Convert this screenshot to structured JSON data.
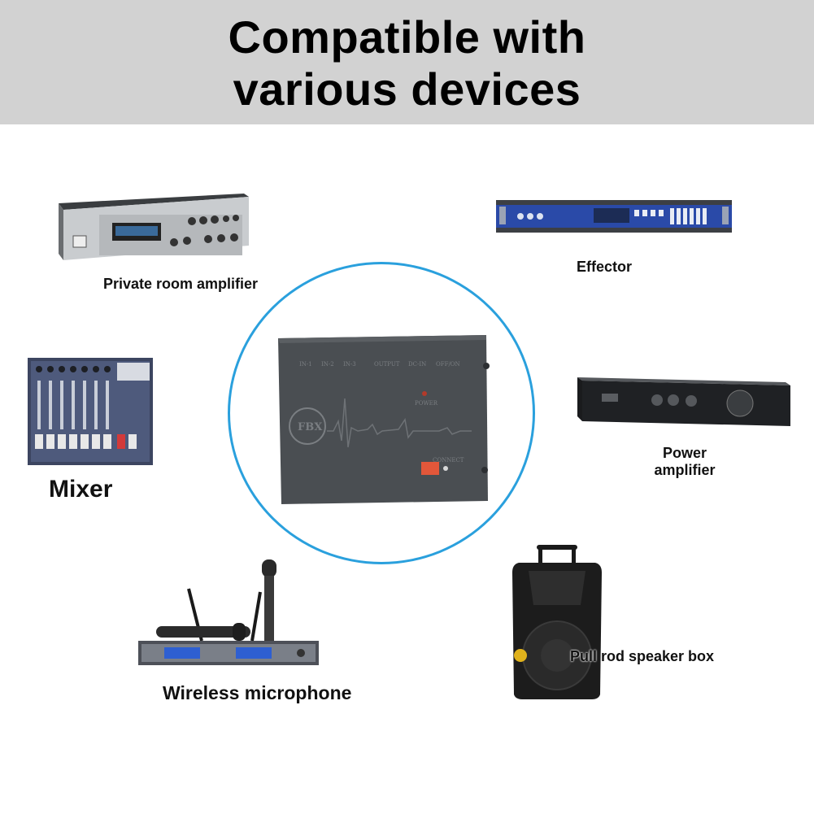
{
  "header": {
    "title_line1": "Compatible with",
    "title_line2": "various devices"
  },
  "center_device": {
    "brand_badge": "FBX",
    "panel_labels": [
      "IN-1",
      "IN-2",
      "IN-3",
      "OUTPUT",
      "DC-IN",
      "OFF/ON"
    ],
    "power_label": "POWER",
    "connect_label": "CONNECT"
  },
  "devices": {
    "private_room_amplifier": "Private room amplifier",
    "effector": "Effector",
    "mixer": "Mixer",
    "power_amplifier_line1": "Power",
    "power_amplifier_line2": "amplifier",
    "wireless_microphone": "Wireless microphone",
    "pull_rod_speaker_box": "Pull rod speaker box"
  },
  "colors": {
    "banner": "#d2d2d2",
    "ring": "#2aa0dd",
    "center_device": "#4a4e52",
    "connect_button": "#e2573a"
  }
}
